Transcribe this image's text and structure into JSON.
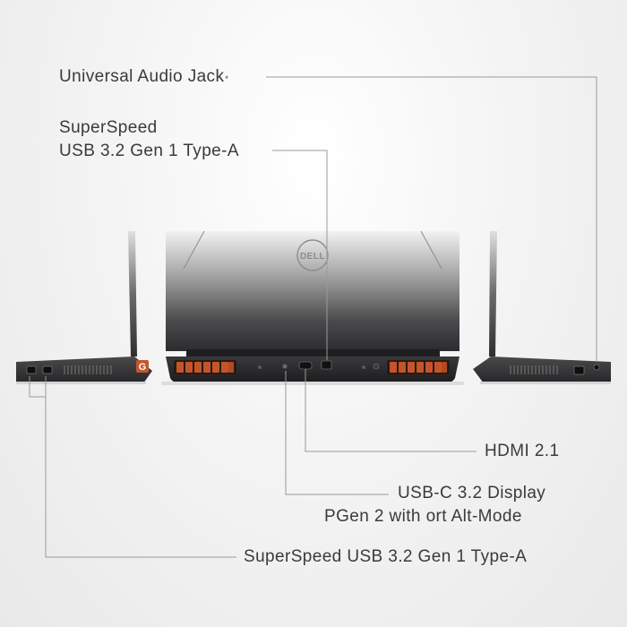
{
  "labels": {
    "audio_jack": "Universal Audio Jack",
    "audio_jack_mark": "*",
    "usb_a_top_line1": "SuperSpeed",
    "usb_a_top_line2": "USB 3.2 Gen 1 Type-A",
    "hdmi": "HDMI 2.1",
    "usbc_line1": "USB-C 3.2 Display",
    "usbc_line2": "PGen 2 with ort Alt-Mode",
    "usb_a_bottom": "SuperSpeed USB 3.2 Gen 1 Type-A"
  },
  "logos": {
    "brand": "DELL",
    "badge": "G"
  },
  "colors": {
    "label_text": "#3a3a3a",
    "leader_line": "#9a9a9a",
    "chassis_dark": "#2a2a2c",
    "vent_orange": "#c4552a"
  }
}
